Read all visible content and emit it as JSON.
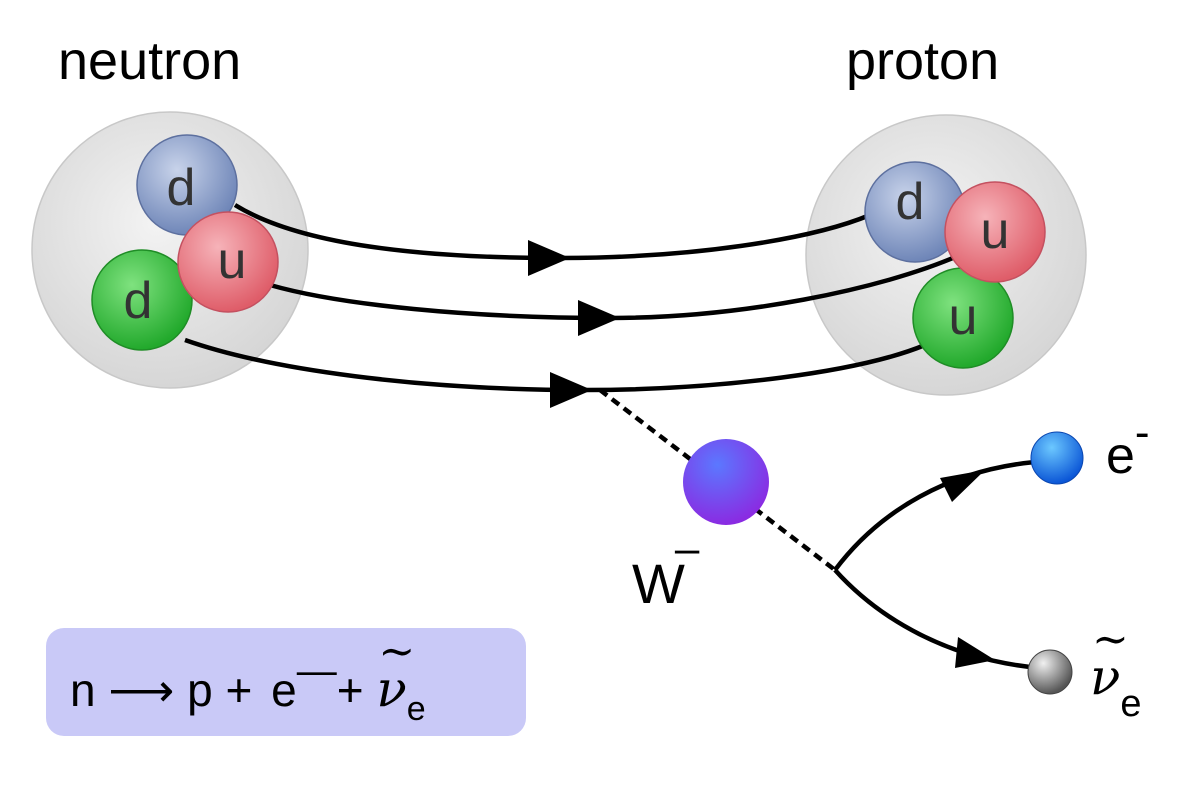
{
  "labels": {
    "neutron": "neutron",
    "proton": "proton",
    "w_boson": "W",
    "w_charge": "–",
    "electron_base": "e",
    "electron_charge": "-",
    "antineutrino_symbol": "ν",
    "antineutrino_tilde": "~",
    "antineutrino_sub": "e"
  },
  "quarks": {
    "neutron": [
      "d",
      "u",
      "d"
    ],
    "proton": [
      "d",
      "u",
      "u"
    ]
  },
  "equation": {
    "n": "n",
    "arrow": "⟶",
    "p": "p",
    "plus1": "+",
    "e": "e",
    "e_charge": "—",
    "plus2": "+",
    "nu": "ν",
    "nu_tilde": "~",
    "nu_sub": "e"
  },
  "colors": {
    "d_quark": "#7f95c4",
    "u_quark_top": "#e86b76",
    "d_quark_green": "#2fbf3a",
    "u_quark_green": "#2fbf3a",
    "w_boson": "#7a3fe0",
    "electron": "#1f7be8",
    "antineutrino": "#8c8c8c",
    "hadron_shell": "#e6e6e6",
    "equation_bg": "#c9c9f7"
  }
}
